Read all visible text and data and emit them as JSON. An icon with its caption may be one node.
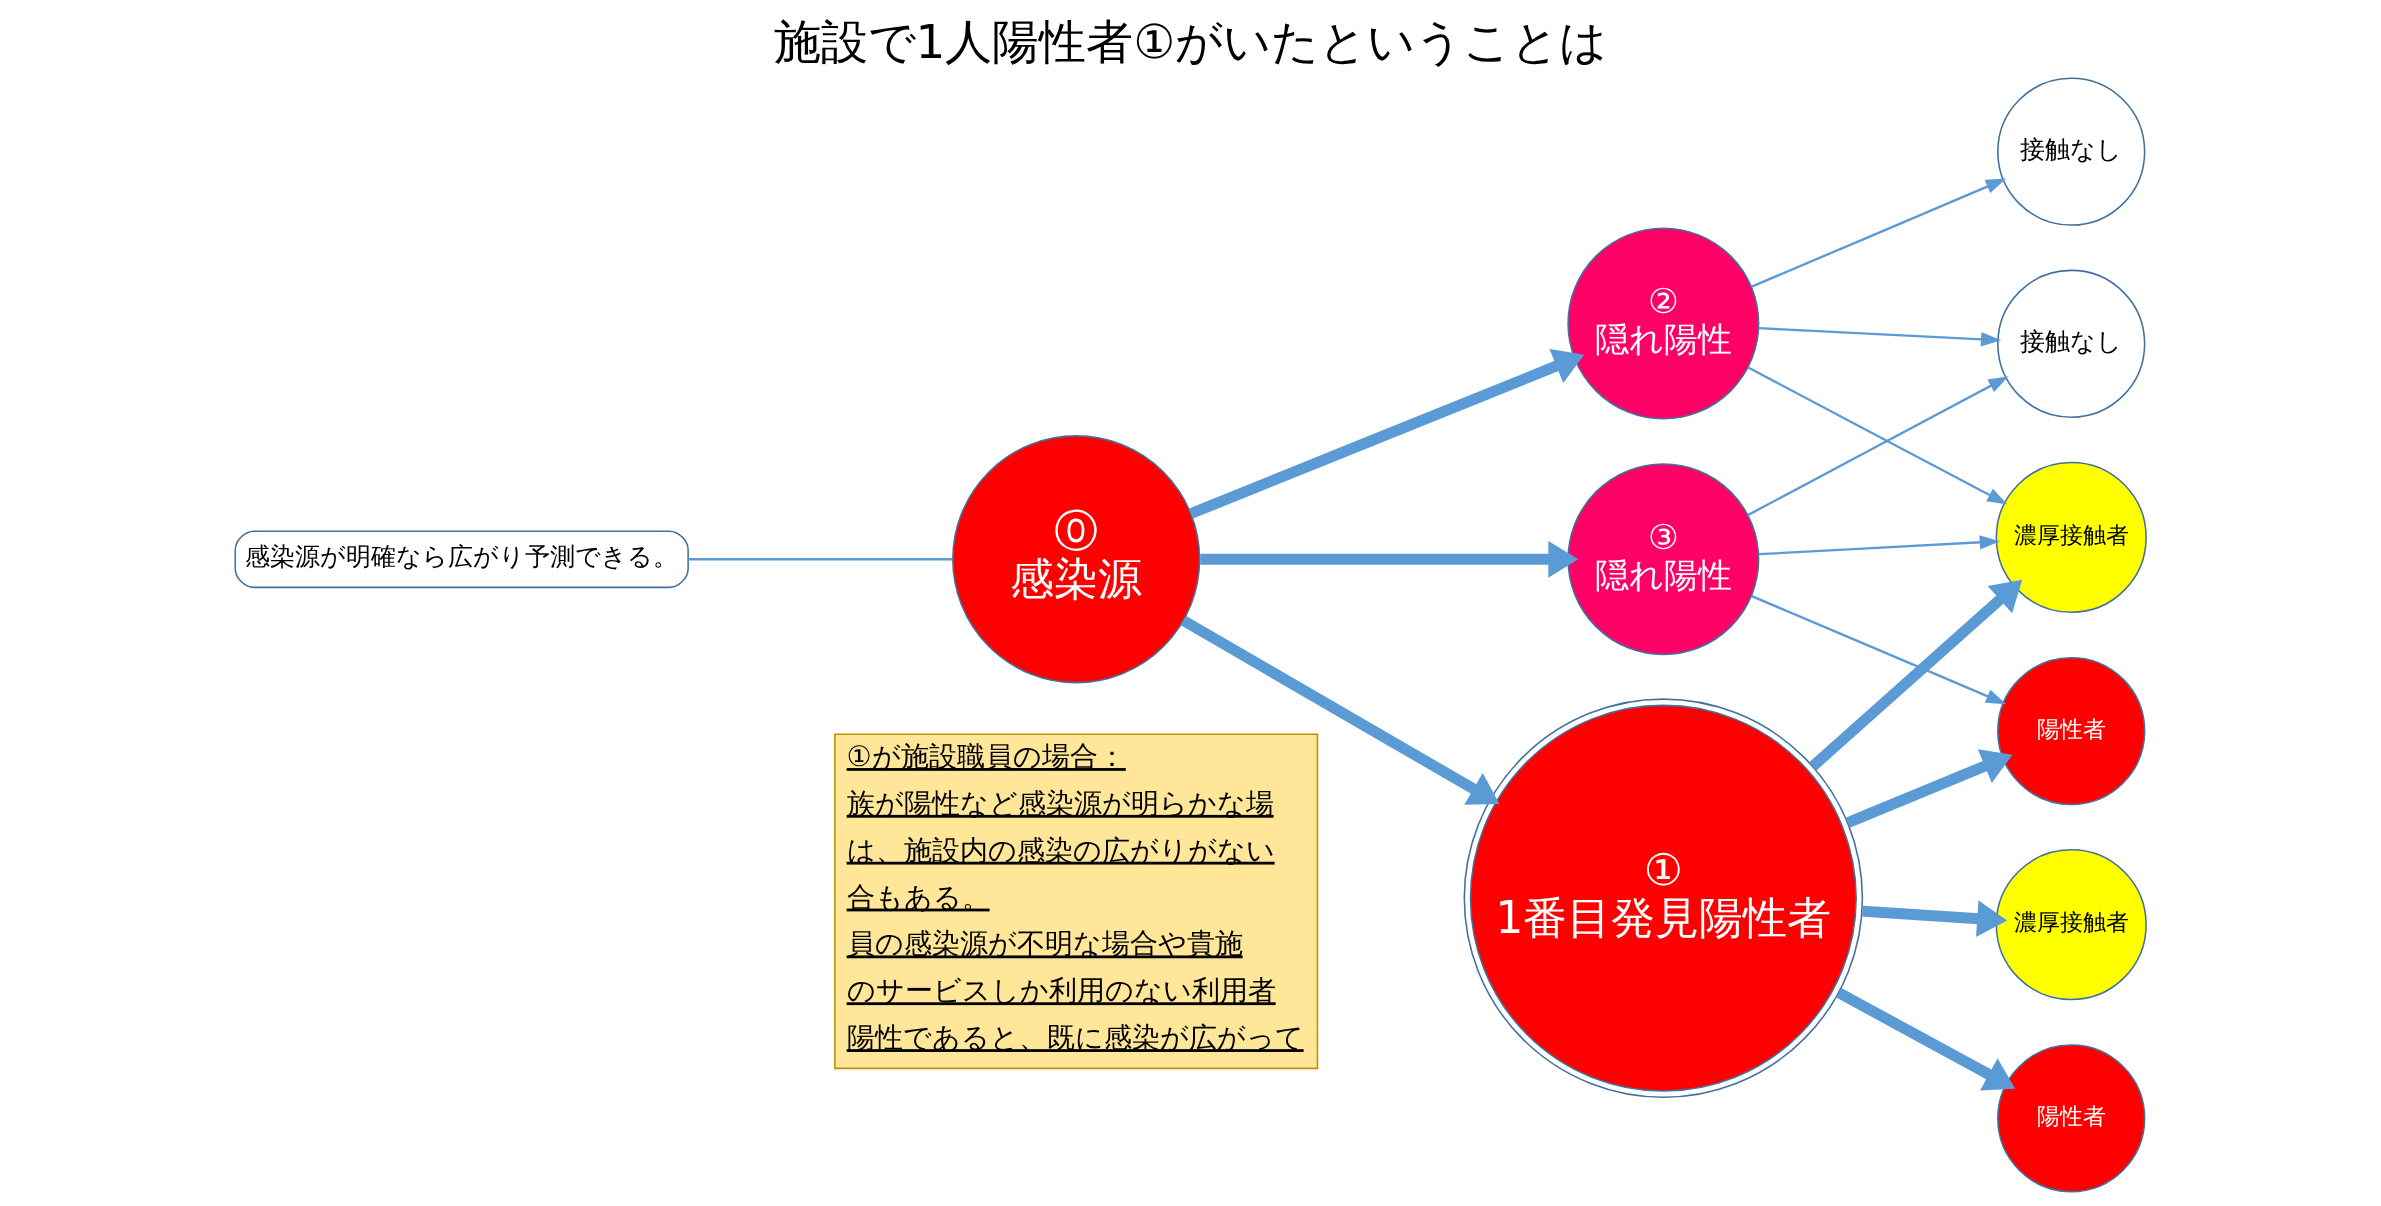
{
  "diagram": {
    "title": "施設で1人陽性者①がいたということは",
    "nodes": [
      {
        "text": [
          "感染源が明確なら広がり予測できる。"
        ]
      },
      {
        "text": [
          "⓪",
          "感染源"
        ]
      },
      {
        "text": [
          "②",
          "隠れ陽性"
        ]
      },
      {
        "text": [
          "①",
          "1番目発見陽性者"
        ]
      },
      {
        "text": [
          "③",
          "隠れ陽性"
        ]
      },
      {
        "text": [
          "接触なし"
        ]
      },
      {
        "text": [
          "接触なし"
        ]
      },
      {
        "text": [
          "濃厚接触者"
        ]
      },
      {
        "text": [
          "濃厚接触者"
        ]
      },
      {
        "text": [
          "陽性者"
        ]
      },
      {
        "text": [
          "陽性者"
        ]
      }
    ],
    "edges": [
      {
        "from": 0,
        "to": 1,
        "arrow": "none"
      },
      {
        "from": 1,
        "to": 2,
        "arrow": "to",
        "style": "thick"
      },
      {
        "from": 1,
        "to": 3,
        "arrow": "to",
        "style": "thick"
      },
      {
        "from": 1,
        "to": 4,
        "arrow": "to",
        "style": "thick"
      },
      {
        "from": 2,
        "to": 5,
        "arrow": "to"
      },
      {
        "from": 2,
        "to": 6,
        "arrow": "to"
      },
      {
        "from": 2,
        "to": 7,
        "arrow": "to"
      },
      {
        "from": 3,
        "to": 7,
        "arrow": "to",
        "style": "thick"
      },
      {
        "from": 3,
        "to": 8,
        "arrow": "to",
        "style": "thick"
      },
      {
        "from": 3,
        "to": 9,
        "arrow": "to",
        "style": "thick"
      },
      {
        "from": 3,
        "to": 10,
        "arrow": "to",
        "style": "thick"
      },
      {
        "from": 4,
        "to": 5,
        "arrow": "to"
      },
      {
        "from": 4,
        "to": 7,
        "arrow": "to"
      },
      {
        "from": 4,
        "to": 9,
        "arrow": "to"
      }
    ],
    "labels": [
      "①が施設職員の場合：",
      "族が陽性など感染源が明らかな場",
      "は、施設内の感染の広がりがない",
      "合もある。",
      "員の感染源が不明な場合や貴施",
      "のサービスしか利用のない利用者",
      "陽性であると、既に感染が広がって"
    ]
  }
}
